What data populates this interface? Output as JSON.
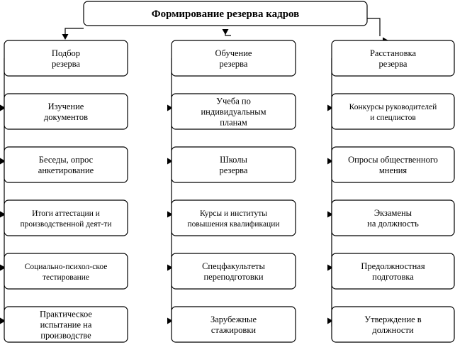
{
  "title": "Формирование резерва кадров",
  "columns": [
    {
      "head": [
        "Подбор",
        "резерва"
      ],
      "items": [
        [
          "Изучение",
          "документов"
        ],
        [
          "Беседы, опрос",
          "анкетирование"
        ],
        [
          "Итоги аттестации и",
          "производственной деят-ти"
        ],
        [
          "Социально-психол-ское",
          "тестирование"
        ],
        [
          "Практическое",
          "испытание на",
          "производстве"
        ]
      ]
    },
    {
      "head": [
        "Обучение",
        "резерва"
      ],
      "items": [
        [
          "Учеба по",
          "индивидуальным",
          "планам"
        ],
        [
          "Школы",
          "резерва"
        ],
        [
          "Курсы и институты",
          "повышения квалификации"
        ],
        [
          "Спецфакультеты",
          "переподготовки"
        ],
        [
          "Зарубежные",
          "стажировки"
        ]
      ]
    },
    {
      "head": [
        "Расстановка",
        "резерва"
      ],
      "items": [
        [
          "Конкурсы руководителей",
          "и спецлистов"
        ],
        [
          "Опросы общественного",
          "мнения"
        ],
        [
          "Экзамены",
          "на должность"
        ],
        [
          "Предолжностная",
          "подготовка"
        ],
        [
          "Утверждение в",
          "должности"
        ]
      ]
    }
  ]
}
